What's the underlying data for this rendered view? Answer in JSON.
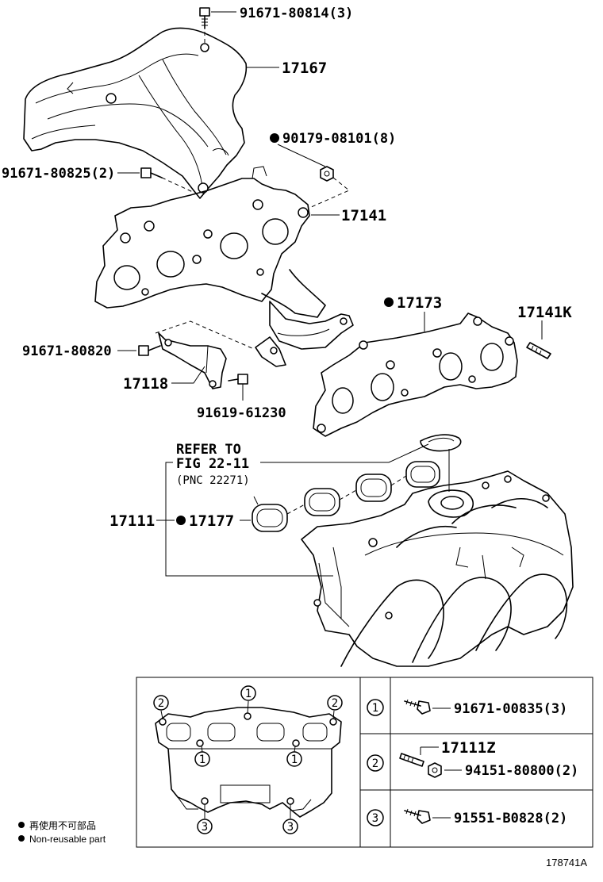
{
  "callouts": {
    "bolt_top": "91671-80814(3)",
    "heat_insulator": "17167",
    "nut_reuse": "90179-08101(8)",
    "bolt_insulator": "91671-80825(2)",
    "exhaust_manifold": "17141",
    "gasket_exhaust": "17173",
    "stud_exhaust": "17141K",
    "bolt_stay": "91671-80820",
    "stay": "17118",
    "bolt_stay2": "91619-61230",
    "refer_line1": "REFER TO",
    "refer_line2": "FIG 22-11",
    "refer_line3": "(PNC 22271)",
    "intake_manifold": "17111",
    "gasket_intake": "17177"
  },
  "table": {
    "rows": [
      {
        "marker": "1",
        "part": "91671-00835(3)"
      },
      {
        "marker": "2",
        "part_a": "17111Z",
        "part_b": "94151-80800(2)"
      },
      {
        "marker": "3",
        "part": "91551-B0828(2)"
      }
    ],
    "inset_markers": [
      "1",
      "2",
      "2",
      "1",
      "1",
      "3",
      "3"
    ]
  },
  "legend": {
    "line1": "再使用不可部品",
    "line2": "Non-reusable part"
  },
  "figure_id": "178741A"
}
